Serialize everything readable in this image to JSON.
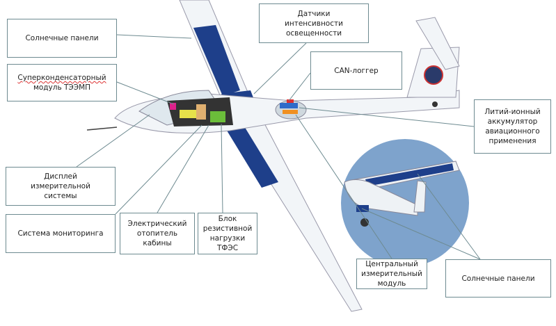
{
  "labels": {
    "solar_panels_top": "Солнечные панели",
    "supercap_line1": "Суперконденсаторный",
    "supercap_line2": "модуль ТЭЭМП",
    "light_sensors": "Датчики интенсивности освещенности",
    "can_logger": "CAN-логгер",
    "li_ion": "Литий-ионный аккумулятор авиационного применения",
    "display": "Дисплей измерительной системы",
    "monitoring": "Система мониторинга",
    "heater": "Электрический отопитель кабины",
    "resistive_load": "Блок резистивной нагрузки ТФЭС",
    "central_module": "Центральный измерительный модуль",
    "solar_panels_bottom": "Солнечные панели"
  },
  "colors": {
    "box_border": "#6d8a90",
    "solar": "#1e3f8a",
    "inset": "#7ea3cc"
  }
}
